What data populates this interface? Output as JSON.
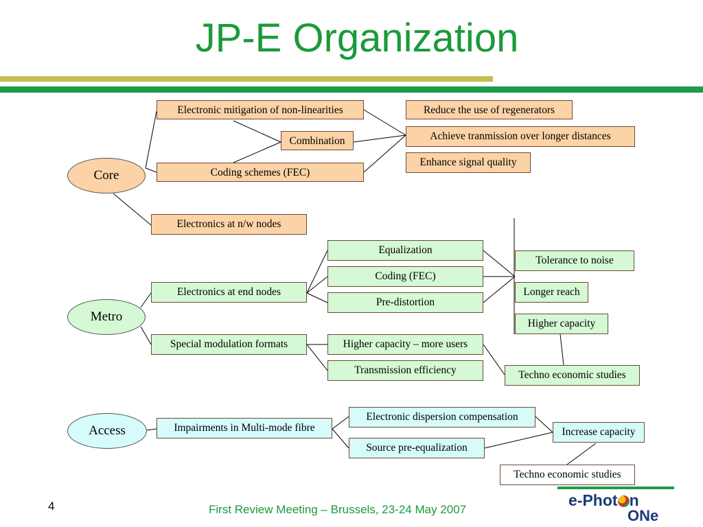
{
  "title": "JP-E Organization",
  "categories": {
    "core": "Core",
    "metro": "Metro",
    "access": "Access"
  },
  "core": {
    "items": [
      "Electronic mitigation of non-linearities",
      "Combination",
      "Coding schemes (FEC)",
      "Electronics at n/w nodes"
    ],
    "goals": [
      "Reduce the use of regenerators",
      "Achieve tranmission over longer distances",
      "Enhance signal quality"
    ]
  },
  "metro": {
    "items": [
      "Electronics at end nodes",
      "Special modulation formats"
    ],
    "techniques": [
      "Equalization",
      "Coding (FEC)",
      "Pre-distortion",
      "Higher capacity – more users",
      "Transmission efficiency"
    ],
    "goals": [
      "Tolerance to noise",
      "Longer reach",
      "Higher capacity",
      "Techno economic studies"
    ]
  },
  "access": {
    "items": [
      "Impairments in Multi-mode fibre"
    ],
    "techniques": [
      "Electronic dispersion compensation",
      "Source pre-equalization"
    ],
    "goals": [
      "Increase capacity",
      "Techno economic studies"
    ]
  },
  "footer": {
    "page": "4",
    "text": "First Review Meeting – Brussels, 23-24 May 2007"
  },
  "logo": {
    "line1a": "e-Phot",
    "line1b": "n",
    "line2": "ONe"
  },
  "colors": {
    "title": "#1a9a3a",
    "core_fill": "#fcd3a6",
    "metro_fill": "#d4f9d4",
    "access_fill": "#d6fbfb",
    "olive_bar": "#c5bd50",
    "green_bar": "#1e9a4a"
  }
}
